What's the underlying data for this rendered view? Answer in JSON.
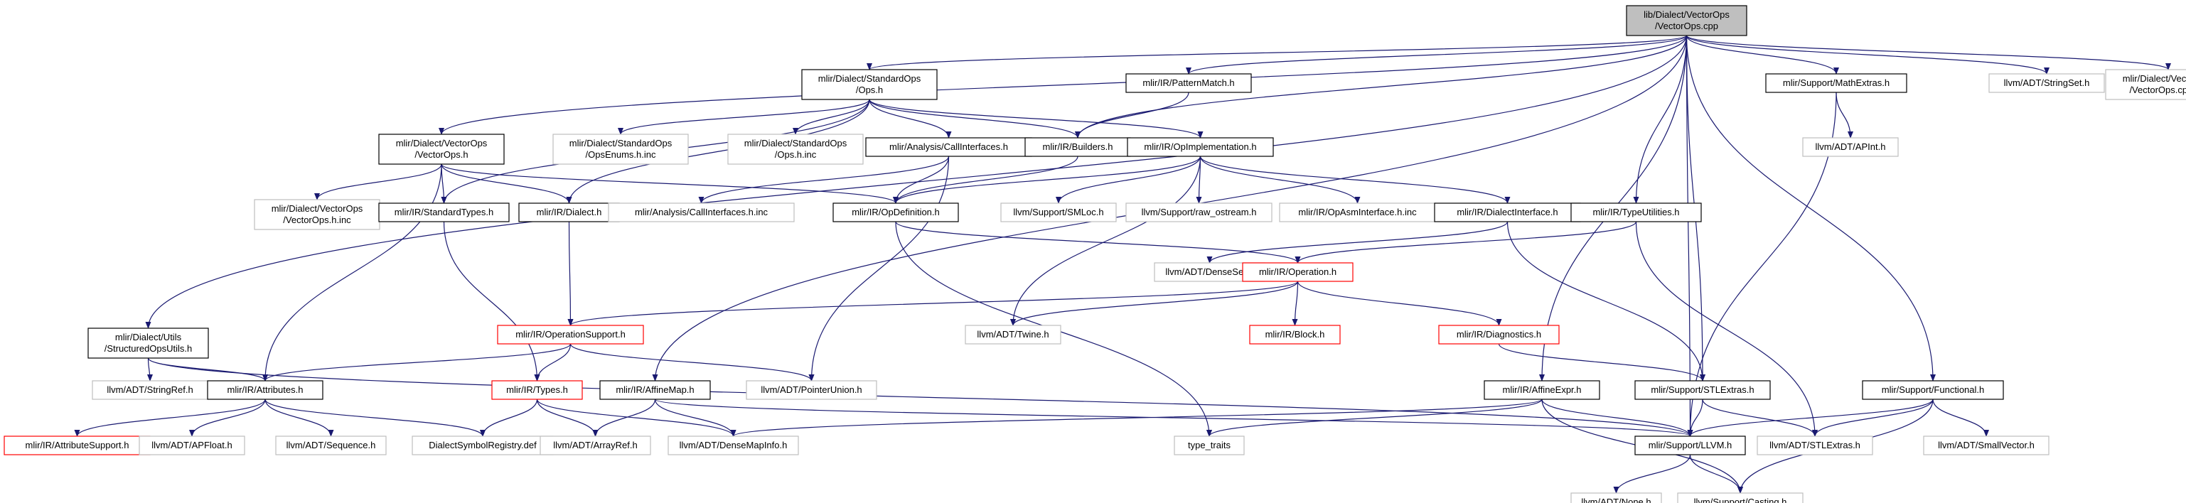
{
  "colors": {
    "edge": "#191970",
    "box_normal": "#000000",
    "box_external": "#bfbfbf",
    "box_truncated": "#ff0000",
    "box_root_fill": "#bfbfbf",
    "text": "#000000"
  },
  "nodes": [
    {
      "id": "root",
      "lines": [
        "lib/Dialect/VectorOps",
        "/VectorOps.cpp"
      ],
      "style": "root"
    },
    {
      "id": "stdops",
      "lines": [
        "mlir/Dialect/StandardOps",
        "/Ops.h"
      ],
      "style": "normal"
    },
    {
      "id": "patmatch",
      "lines": [
        "mlir/IR/PatternMatch.h"
      ],
      "style": "normal"
    },
    {
      "id": "mathextras",
      "lines": [
        "mlir/Support/MathExtras.h"
      ],
      "style": "normal"
    },
    {
      "id": "stringset",
      "lines": [
        "llvm/ADT/StringSet.h"
      ],
      "style": "external"
    },
    {
      "id": "vecopsinc",
      "lines": [
        "mlir/Dialect/VectorOps",
        "/VectorOps.cpp.inc"
      ],
      "style": "external"
    },
    {
      "id": "vecopsh",
      "lines": [
        "mlir/Dialect/VectorOps",
        "/VectorOps.h"
      ],
      "style": "normal"
    },
    {
      "id": "opsenums",
      "lines": [
        "mlir/Dialect/StandardOps",
        "/OpsEnums.h.inc"
      ],
      "style": "external"
    },
    {
      "id": "opshinc",
      "lines": [
        "mlir/Dialect/StandardOps",
        "/Ops.h.inc"
      ],
      "style": "external"
    },
    {
      "id": "callif",
      "lines": [
        "mlir/Analysis/CallInterfaces.h"
      ],
      "style": "normal"
    },
    {
      "id": "builders",
      "lines": [
        "mlir/IR/Builders.h"
      ],
      "style": "normal"
    },
    {
      "id": "opimpl",
      "lines": [
        "mlir/IR/OpImplementation.h"
      ],
      "style": "normal"
    },
    {
      "id": "apint",
      "lines": [
        "llvm/ADT/APInt.h"
      ],
      "style": "external"
    },
    {
      "id": "vecopshinc",
      "lines": [
        "mlir/Dialect/VectorOps",
        "/VectorOps.h.inc"
      ],
      "style": "external"
    },
    {
      "id": "stdtypes",
      "lines": [
        "mlir/IR/StandardTypes.h"
      ],
      "style": "normal"
    },
    {
      "id": "dialect",
      "lines": [
        "mlir/IR/Dialect.h"
      ],
      "style": "normal"
    },
    {
      "id": "callifinc",
      "lines": [
        "mlir/Analysis/CallInterfaces.h.inc"
      ],
      "style": "external"
    },
    {
      "id": "opdef",
      "lines": [
        "mlir/IR/OpDefinition.h"
      ],
      "style": "normal"
    },
    {
      "id": "smloc",
      "lines": [
        "llvm/Support/SMLoc.h"
      ],
      "style": "external"
    },
    {
      "id": "rawos",
      "lines": [
        "llvm/Support/raw_ostream.h"
      ],
      "style": "external"
    },
    {
      "id": "opasminc",
      "lines": [
        "mlir/IR/OpAsmInterface.h.inc"
      ],
      "style": "external"
    },
    {
      "id": "dialectif",
      "lines": [
        "mlir/IR/DialectInterface.h"
      ],
      "style": "normal"
    },
    {
      "id": "typeutil",
      "lines": [
        "mlir/IR/TypeUtilities.h"
      ],
      "style": "normal"
    },
    {
      "id": "denseset",
      "lines": [
        "llvm/ADT/DenseSet.h"
      ],
      "style": "external"
    },
    {
      "id": "operation",
      "lines": [
        "mlir/IR/Operation.h"
      ],
      "style": "truncated"
    },
    {
      "id": "structops",
      "lines": [
        "mlir/Dialect/Utils",
        "/StructuredOpsUtils.h"
      ],
      "style": "normal"
    },
    {
      "id": "opsupport",
      "lines": [
        "mlir/IR/OperationSupport.h"
      ],
      "style": "truncated"
    },
    {
      "id": "twine",
      "lines": [
        "llvm/ADT/Twine.h"
      ],
      "style": "external"
    },
    {
      "id": "block",
      "lines": [
        "mlir/IR/Block.h"
      ],
      "style": "truncated"
    },
    {
      "id": "diagnostics",
      "lines": [
        "mlir/IR/Diagnostics.h"
      ],
      "style": "truncated"
    },
    {
      "id": "stringref",
      "lines": [
        "llvm/ADT/StringRef.h"
      ],
      "style": "external"
    },
    {
      "id": "attributes",
      "lines": [
        "mlir/IR/Attributes.h"
      ],
      "style": "normal"
    },
    {
      "id": "types",
      "lines": [
        "mlir/IR/Types.h"
      ],
      "style": "truncated"
    },
    {
      "id": "affinemap",
      "lines": [
        "mlir/IR/AffineMap.h"
      ],
      "style": "normal"
    },
    {
      "id": "ptrunion",
      "lines": [
        "llvm/ADT/PointerUnion.h"
      ],
      "style": "external"
    },
    {
      "id": "affineexpr",
      "lines": [
        "mlir/IR/AffineExpr.h"
      ],
      "style": "normal"
    },
    {
      "id": "stlextras",
      "lines": [
        "mlir/Support/STLExtras.h"
      ],
      "style": "normal"
    },
    {
      "id": "functional",
      "lines": [
        "mlir/Support/Functional.h"
      ],
      "style": "normal"
    },
    {
      "id": "attrsupport",
      "lines": [
        "mlir/IR/AttributeSupport.h"
      ],
      "style": "truncated"
    },
    {
      "id": "apfloat",
      "lines": [
        "llvm/ADT/APFloat.h"
      ],
      "style": "external"
    },
    {
      "id": "sequence",
      "lines": [
        "llvm/ADT/Sequence.h"
      ],
      "style": "external"
    },
    {
      "id": "dialsymreg",
      "lines": [
        "DialectSymbolRegistry.def"
      ],
      "style": "external"
    },
    {
      "id": "arrayref",
      "lines": [
        "llvm/ADT/ArrayRef.h"
      ],
      "style": "external"
    },
    {
      "id": "densemapinfo",
      "lines": [
        "llvm/ADT/DenseMapInfo.h"
      ],
      "style": "external"
    },
    {
      "id": "typetraits",
      "lines": [
        "type_traits"
      ],
      "style": "external"
    },
    {
      "id": "llvmh",
      "lines": [
        "mlir/Support/LLVM.h"
      ],
      "style": "normal"
    },
    {
      "id": "llvmstlextras",
      "lines": [
        "llvm/ADT/STLExtras.h"
      ],
      "style": "external"
    },
    {
      "id": "smallvector",
      "lines": [
        "llvm/ADT/SmallVector.h"
      ],
      "style": "external"
    },
    {
      "id": "none",
      "lines": [
        "llvm/ADT/None.h"
      ],
      "style": "external"
    },
    {
      "id": "casting",
      "lines": [
        "llvm/Support/Casting.h"
      ],
      "style": "external"
    }
  ],
  "edges": [
    [
      "root",
      "stdops"
    ],
    [
      "root",
      "patmatch"
    ],
    [
      "root",
      "mathextras"
    ],
    [
      "root",
      "stringset"
    ],
    [
      "root",
      "vecopsinc"
    ],
    [
      "root",
      "vecopsh"
    ],
    [
      "root",
      "structops"
    ],
    [
      "root",
      "builders"
    ],
    [
      "root",
      "typeutil"
    ],
    [
      "root",
      "affineexpr"
    ],
    [
      "root",
      "stlextras"
    ],
    [
      "root",
      "llvmh"
    ],
    [
      "root",
      "functional"
    ],
    [
      "root",
      "affinemap"
    ],
    [
      "stdops",
      "opsenums"
    ],
    [
      "stdops",
      "opshinc"
    ],
    [
      "stdops",
      "callif"
    ],
    [
      "stdops",
      "builders"
    ],
    [
      "stdops",
      "opimpl"
    ],
    [
      "stdops",
      "stdtypes"
    ],
    [
      "stdops",
      "dialect"
    ],
    [
      "patmatch",
      "builders"
    ],
    [
      "mathextras",
      "apint"
    ],
    [
      "mathextras",
      "llvmh"
    ],
    [
      "vecopsh",
      "vecopshinc"
    ],
    [
      "vecopsh",
      "stdtypes"
    ],
    [
      "vecopsh",
      "dialect"
    ],
    [
      "vecopsh",
      "opdef"
    ],
    [
      "vecopsh",
      "attributes"
    ],
    [
      "callif",
      "callifinc"
    ],
    [
      "callif",
      "opdef"
    ],
    [
      "callif",
      "ptrunion"
    ],
    [
      "builders",
      "opdef"
    ],
    [
      "opimpl",
      "opdef"
    ],
    [
      "opimpl",
      "smloc"
    ],
    [
      "opimpl",
      "rawos"
    ],
    [
      "opimpl",
      "opasminc"
    ],
    [
      "opimpl",
      "dialectif"
    ],
    [
      "opimpl",
      "twine"
    ],
    [
      "stdtypes",
      "types"
    ],
    [
      "dialect",
      "opsupport"
    ],
    [
      "opdef",
      "operation"
    ],
    [
      "opdef",
      "typetraits"
    ],
    [
      "dialectif",
      "denseset"
    ],
    [
      "dialectif",
      "stlextras"
    ],
    [
      "typeutil",
      "operation"
    ],
    [
      "typeutil",
      "llvmstlextras"
    ],
    [
      "operation",
      "opsupport"
    ],
    [
      "operation",
      "twine"
    ],
    [
      "operation",
      "block"
    ],
    [
      "operation",
      "diagnostics"
    ],
    [
      "structops",
      "stringref"
    ],
    [
      "structops",
      "attributes"
    ],
    [
      "structops",
      "llvmh"
    ],
    [
      "opsupport",
      "attributes"
    ],
    [
      "opsupport",
      "types"
    ],
    [
      "opsupport",
      "ptrunion"
    ],
    [
      "diagnostics",
      "stlextras"
    ],
    [
      "attributes",
      "attrsupport"
    ],
    [
      "attributes",
      "apfloat"
    ],
    [
      "attributes",
      "sequence"
    ],
    [
      "attributes",
      "dialsymreg"
    ],
    [
      "types",
      "dialsymreg"
    ],
    [
      "types",
      "arrayref"
    ],
    [
      "types",
      "densemapinfo"
    ],
    [
      "affinemap",
      "arrayref"
    ],
    [
      "affinemap",
      "densemapinfo"
    ],
    [
      "affinemap",
      "llvmh"
    ],
    [
      "affineexpr",
      "densemapinfo"
    ],
    [
      "affineexpr",
      "typetraits"
    ],
    [
      "affineexpr",
      "llvmh"
    ],
    [
      "affineexpr",
      "casting"
    ],
    [
      "stlextras",
      "llvmh"
    ],
    [
      "stlextras",
      "llvmstlextras"
    ],
    [
      "functional",
      "llvmh"
    ],
    [
      "functional",
      "llvmstlextras"
    ],
    [
      "functional",
      "smallvector"
    ],
    [
      "functional",
      "casting"
    ],
    [
      "llvmh",
      "none"
    ],
    [
      "llvmh",
      "casting"
    ]
  ]
}
